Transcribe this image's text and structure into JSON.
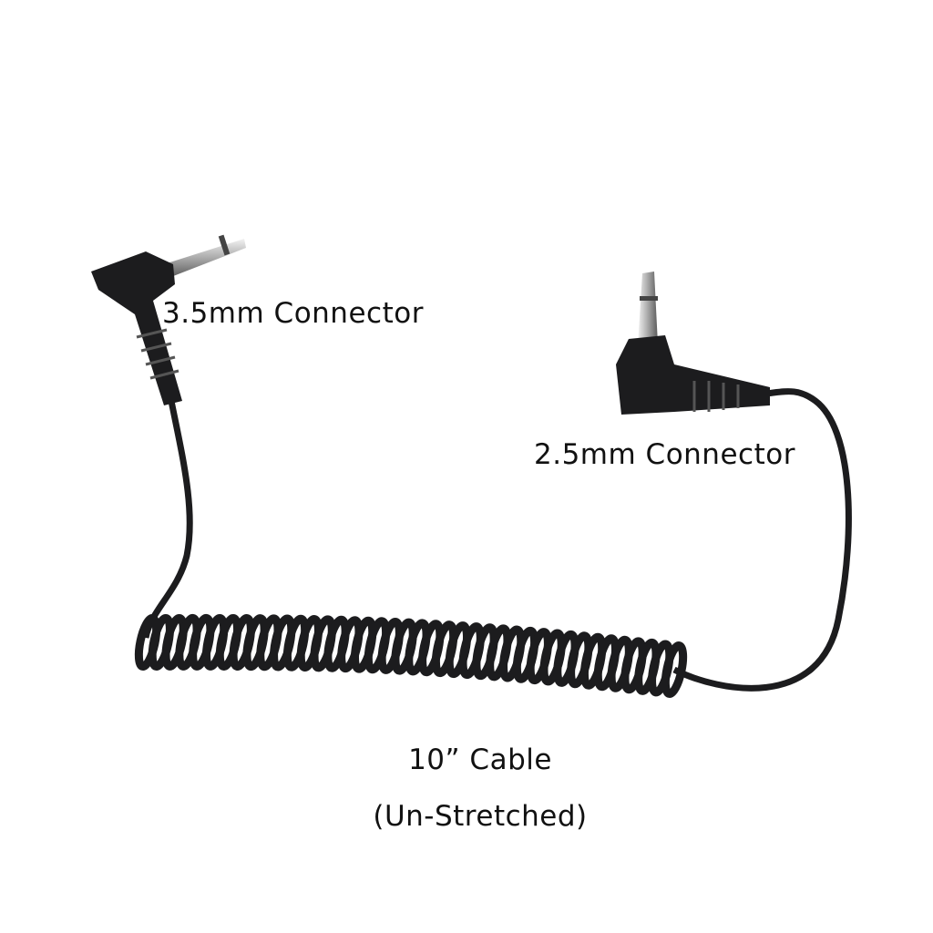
{
  "labels": {
    "connector_35": "3.5mm Connector",
    "connector_25": "2.5mm Connector",
    "cable_length": "10” Cable",
    "cable_state": "(Un-Stretched)"
  },
  "colors": {
    "cable": "#1c1c1e",
    "pin": "#c8c8c8",
    "background": "#ffffff"
  }
}
